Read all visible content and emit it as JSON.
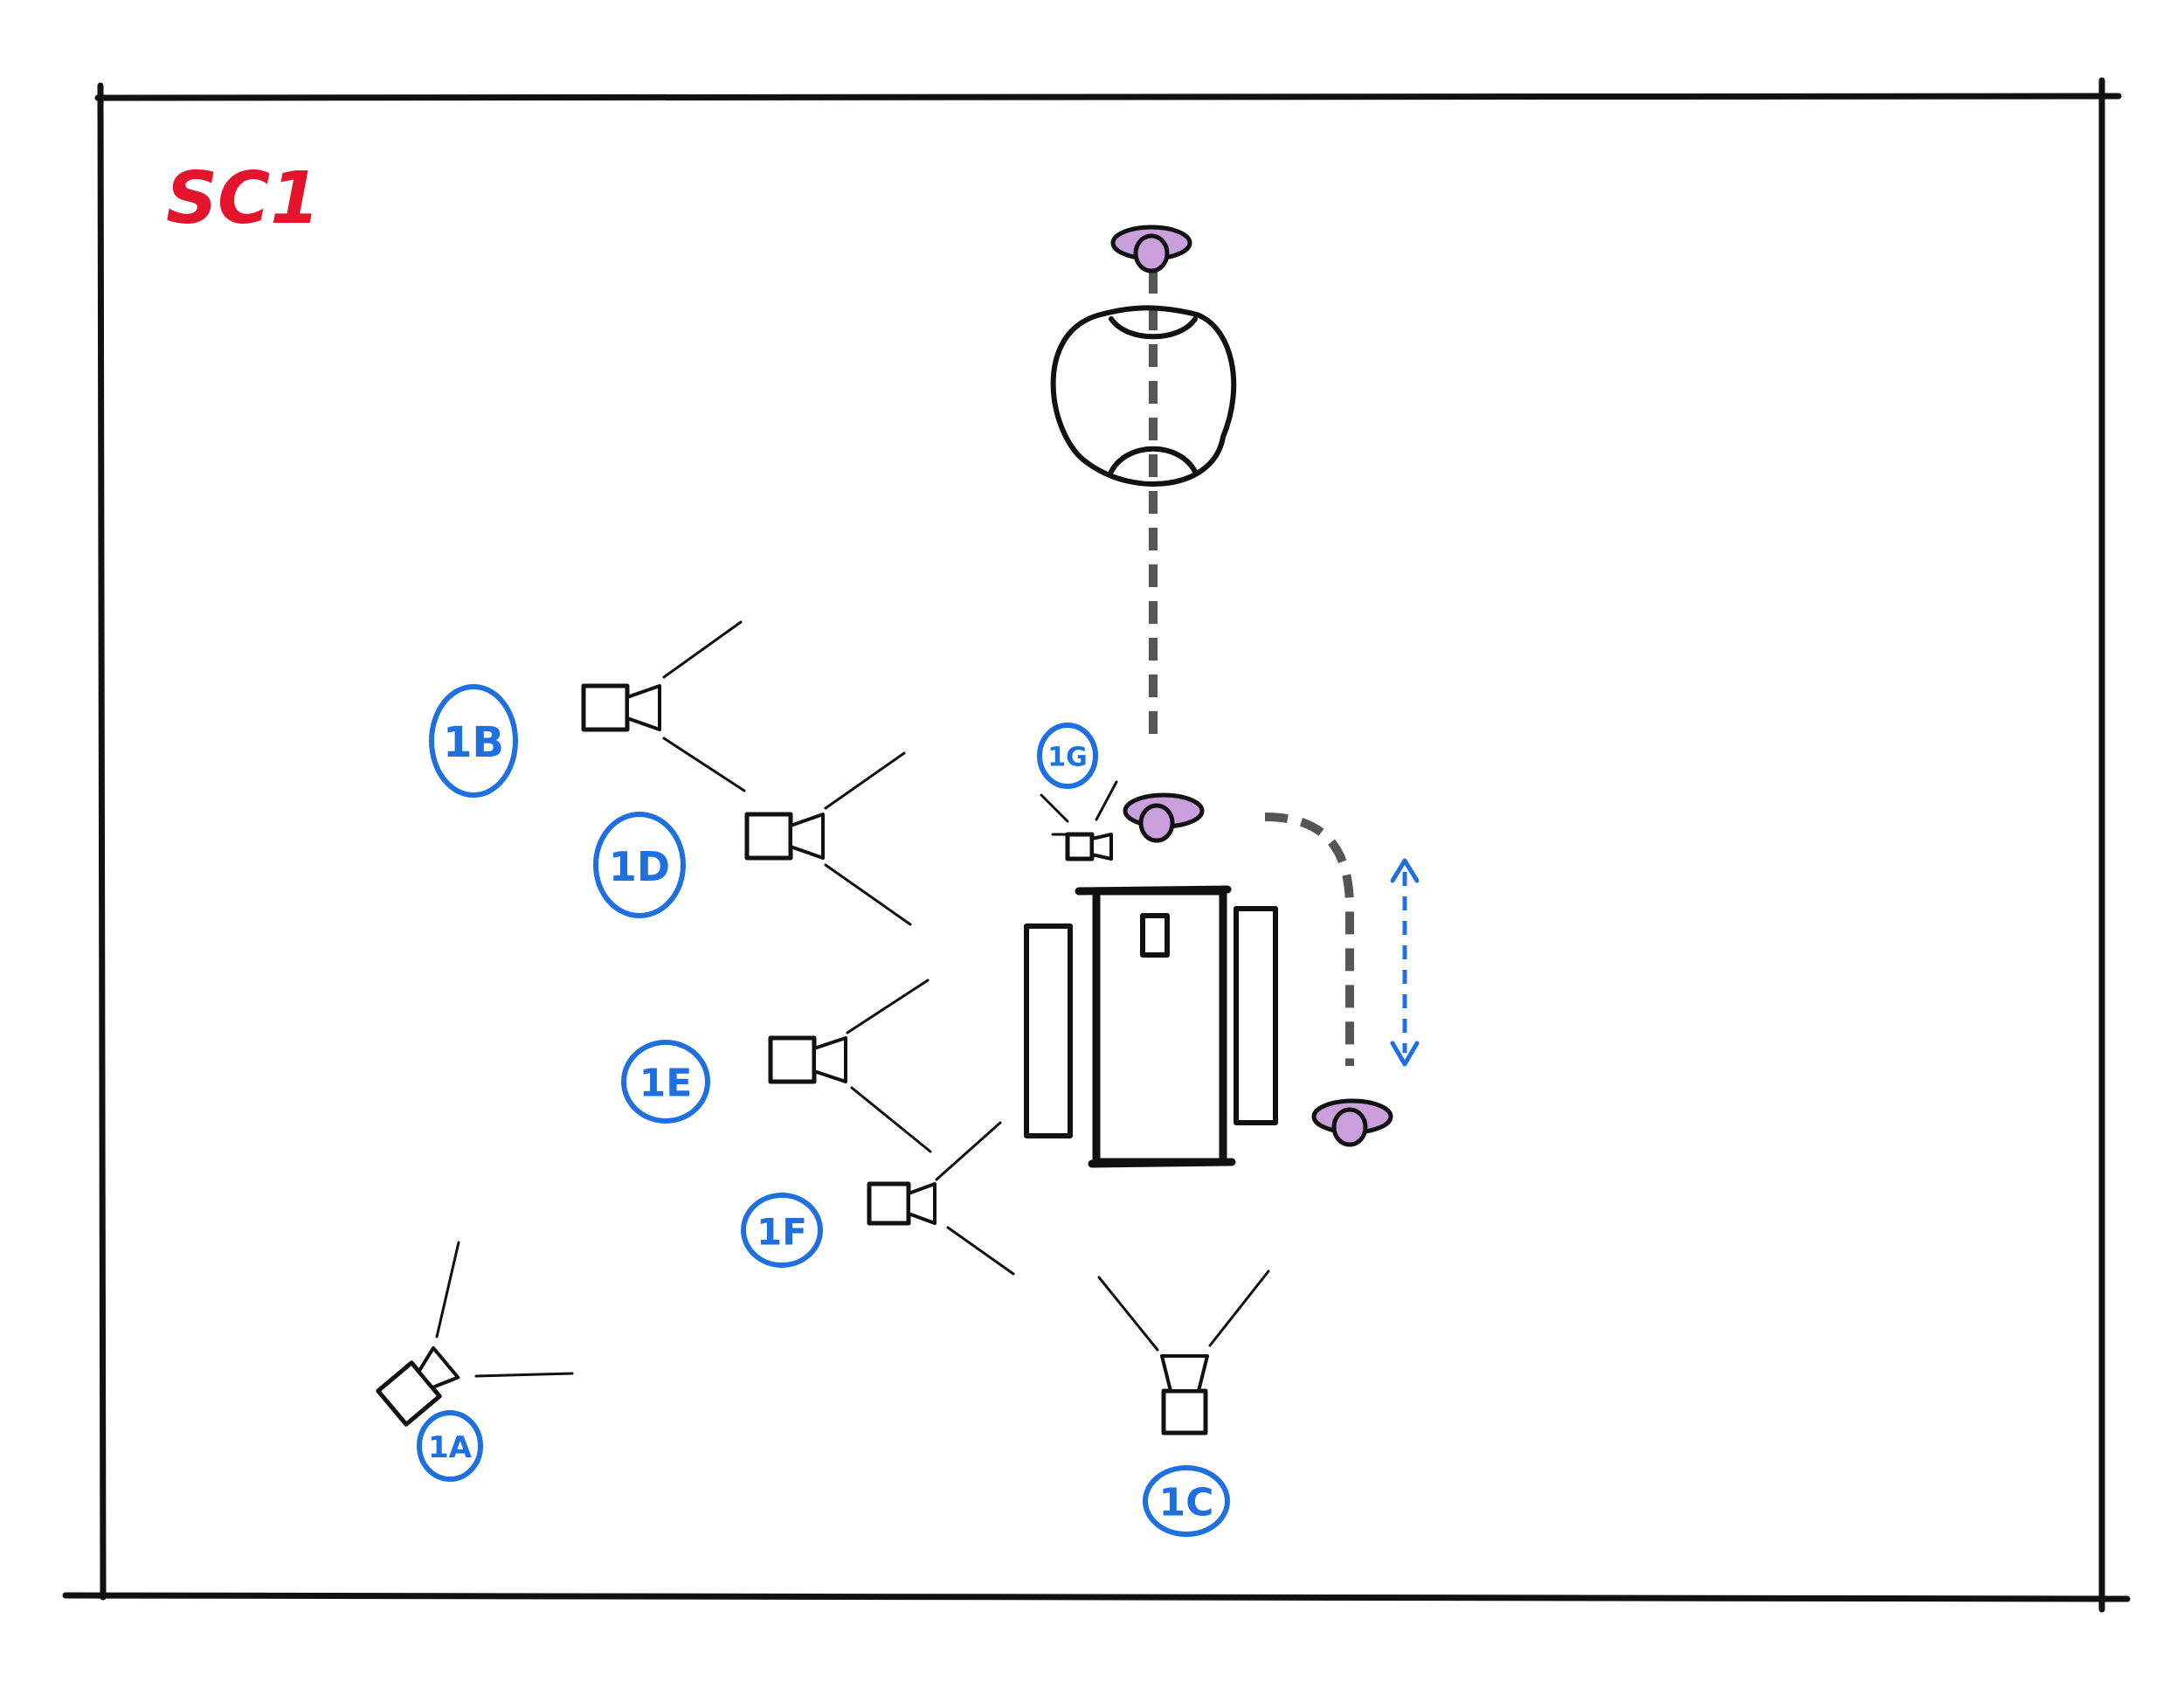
{
  "scene": {
    "title": "SC1",
    "color": "#e4142c"
  },
  "colors": {
    "annotation": "#1e6fe0",
    "actor": "#c9a0dc",
    "ink": "#111111",
    "path": "#555555"
  },
  "camera_labels": [
    "1A",
    "1B",
    "1C",
    "1D",
    "1E",
    "1F",
    "1G"
  ],
  "icons": [
    "camera-icon",
    "actor-icon",
    "motion-arrow-icon"
  ]
}
